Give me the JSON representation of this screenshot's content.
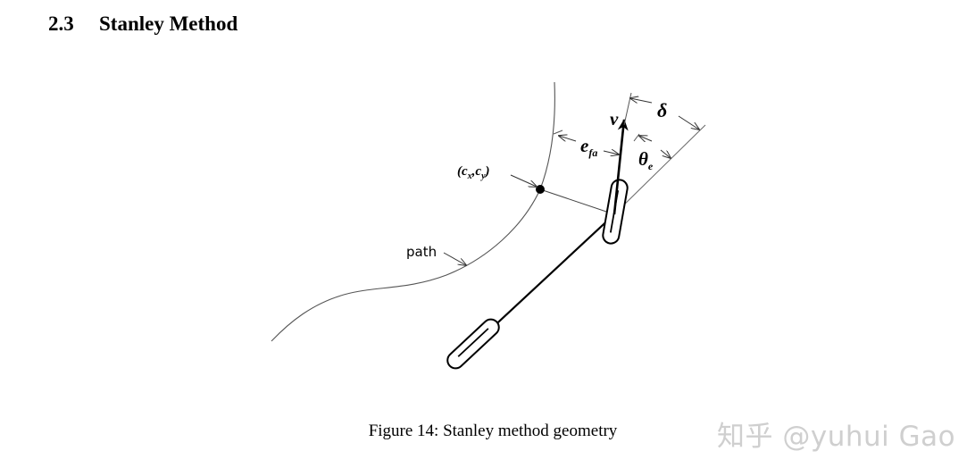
{
  "section": {
    "number": "2.3",
    "title": "Stanley Method"
  },
  "figure": {
    "labels": {
      "point": "(c",
      "point_sub_x": "x",
      "point_comma": ",c",
      "point_sub_y": "y",
      "point_close": ")",
      "path": "path",
      "velocity": "v",
      "delta": "δ",
      "error": "e",
      "error_sub": "fa",
      "theta": "θ",
      "theta_sub": "e"
    }
  },
  "caption": "Figure 14: Stanley method geometry",
  "watermark": "知乎 @yuhui Gao"
}
